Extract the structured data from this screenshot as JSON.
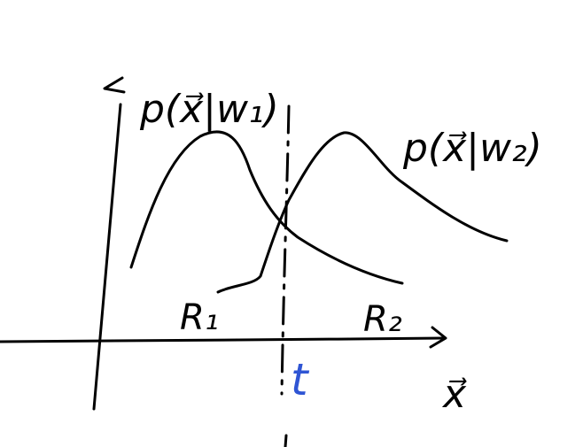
{
  "labels": {
    "density_1": "p(x⃗|w₁)",
    "density_2": "p(x⃗|w₂)",
    "region_1": "R₁",
    "region_2": "R₂",
    "threshold": "t",
    "x_axis": "x⃗"
  },
  "colors": {
    "ink": "#000000",
    "threshold_label": "#2f55d4"
  }
}
